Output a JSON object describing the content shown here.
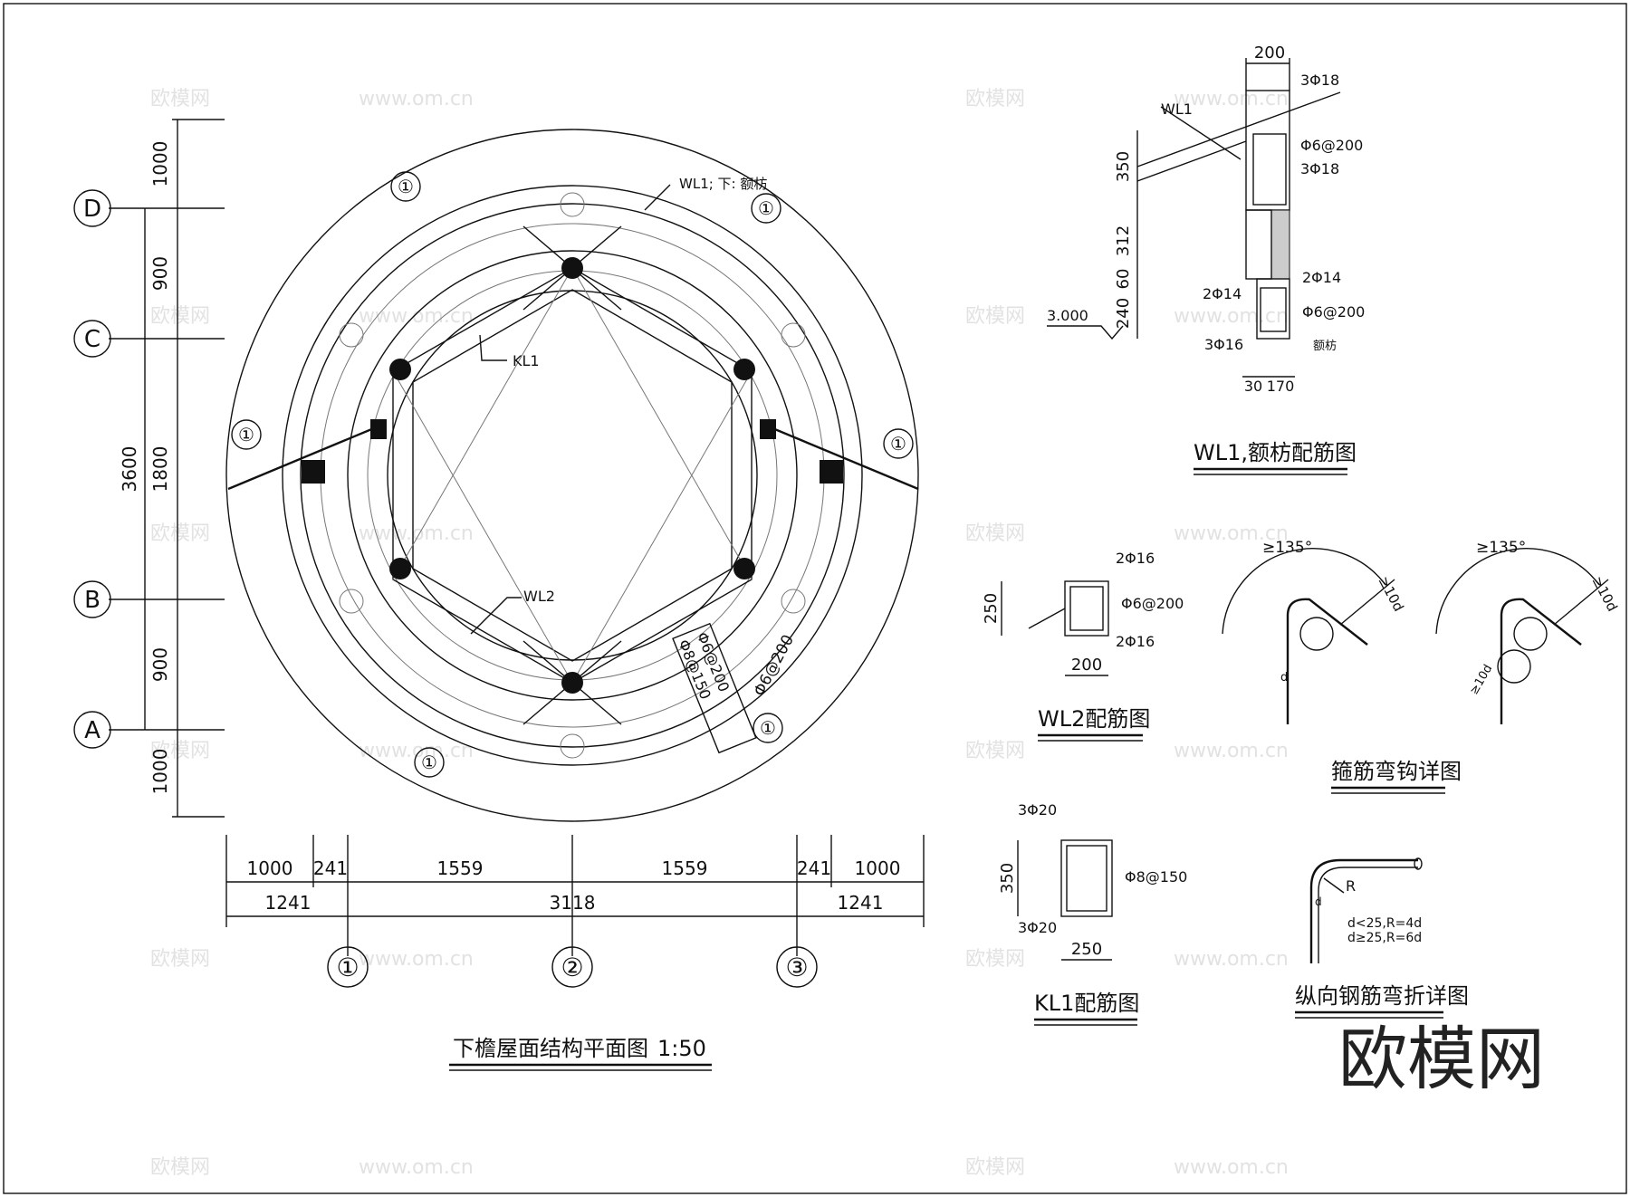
{
  "plan": {
    "title": "下檐屋面结构平面图",
    "scale": "1:50",
    "axis_letters": [
      "D",
      "C",
      "B",
      "A"
    ],
    "axis_numbers": [
      "①",
      "②",
      "③"
    ],
    "vertical_dims": [
      "1000",
      "900",
      "1800",
      "900",
      "1000"
    ],
    "vertical_total": "3600",
    "horizontal_dims": [
      "1000",
      "241",
      "1559",
      "1559",
      "241",
      "1000"
    ],
    "horizontal_totals": [
      "1241",
      "3118",
      "1241"
    ],
    "labels": {
      "wl1": "WL1; 下: 额枋",
      "kl1": "KL1",
      "wl2": "WL2",
      "rebar_ring": "Φ6@200",
      "rebar_a": "Φ6@200",
      "rebar_b": "Φ8@150",
      "mark": "①"
    }
  },
  "wl1_detail": {
    "title": "WL1,额枋配筋图",
    "beam_label": "WL1",
    "dims": [
      "200",
      "350",
      "312",
      "60",
      "240",
      "30",
      "170"
    ],
    "level": "3.000",
    "rebar": [
      "3Φ18",
      "Φ6@200",
      "3Φ18",
      "2Φ14",
      "2Φ14",
      "Φ6@200",
      "3Φ16"
    ],
    "lintel": "额枋"
  },
  "wl2_detail": {
    "title": "WL2配筋图",
    "dims": [
      "250",
      "200"
    ],
    "rebar": [
      "2Φ16",
      "Φ6@200",
      "2Φ16"
    ]
  },
  "kl1_detail": {
    "title": "KL1配筋图",
    "dims": [
      "350",
      "250"
    ],
    "rebar": [
      "3Φ20",
      "Φ8@150",
      "3Φ20"
    ]
  },
  "hook_detail": {
    "title": "箍筋弯钩详图",
    "angle": "≥135°",
    "len": "≥10d",
    "d": "d"
  },
  "bend_detail": {
    "title": "纵向钢筋弯折详图",
    "r": "R",
    "d": "d",
    "rule1": "d<25,R=4d",
    "rule2": "d≥25,R=6d"
  },
  "brand": {
    "logo": "欧模网",
    "watermark_cn": "欧模网",
    "watermark_url": "www.om.cn"
  }
}
